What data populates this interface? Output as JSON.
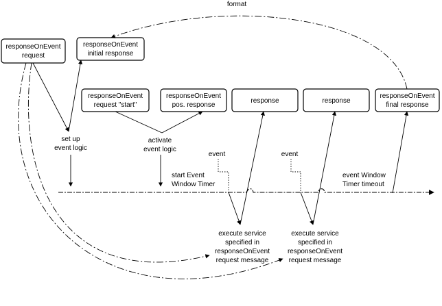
{
  "labels": {
    "format": "format",
    "req_l1": "responseOnEvent",
    "req_l2": "request",
    "init_l1": "responseOnEvent",
    "init_l2": "initial response",
    "start_l1": "responseOnEvent",
    "start_l2": "request \"start\"",
    "pos_l1": "responseOnEvent",
    "pos_l2": "pos. response",
    "response_1": "response",
    "response_2": "response",
    "final_l1": "responseOnEvent",
    "final_l2": "final response",
    "setup_l1": "set up",
    "setup_l2": "event logic",
    "activate_l1": "activate",
    "activate_l2": "event logic",
    "timer_l1": "start Event",
    "timer_l2": "Window Timer",
    "event_1": "event",
    "event_2": "event",
    "timeout_l1": "event Window",
    "timeout_l2": "Timer timeout",
    "exec1_l1": "execute service",
    "exec1_l2": "specified in",
    "exec1_l3": "responseOnEvent",
    "exec1_l4": "request message",
    "exec2_l1": "execute service",
    "exec2_l2": "specified in",
    "exec2_l3": "responseOnEvent",
    "exec2_l4": "request message"
  }
}
